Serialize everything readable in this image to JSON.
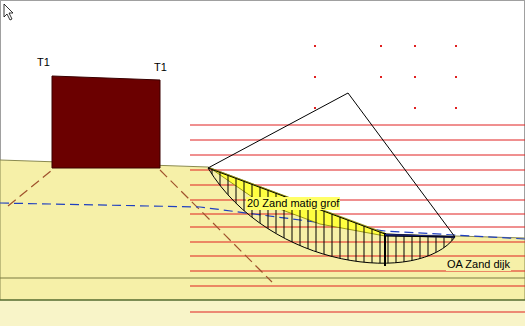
{
  "diagram": {
    "labels": [
      "T1",
      "T1",
      "20 Zand matig grof",
      "OA Zand dijk"
    ]
  }
}
